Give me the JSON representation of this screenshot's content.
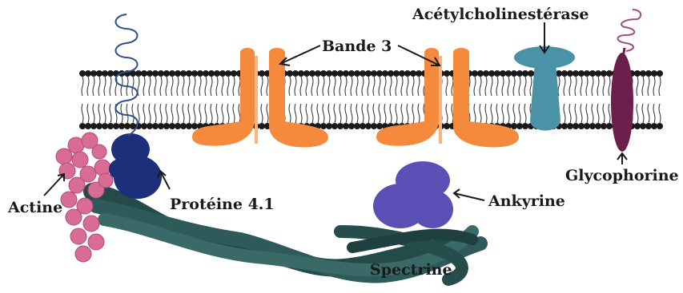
{
  "labels": {
    "band3": "Bande 3",
    "ache": "Acétylcholinestérase",
    "glycophorin": "Glycophorine",
    "actin": "Actine",
    "protein41": "Protéine 4.1",
    "ankyrin": "Ankyrine",
    "spectrin": "Spectrine"
  },
  "colors": {
    "membrane_head": "#1a1a1a",
    "membrane_core": "#ffffff",
    "band3": "#f58a3c",
    "band3_highlight": "#ffb27a",
    "acetylcholinesterase": "#4a93a6",
    "glycophorin": "#6b1f4a",
    "glycophorin_coil": "#a04d80",
    "actin": "#d86c95",
    "protein41": "#1c2f7a",
    "ankyrin": "#5a4fb5",
    "spectrin": "#2e5a5a",
    "spectrin_dark": "#1f4040",
    "helix": "#2d4f8a"
  }
}
